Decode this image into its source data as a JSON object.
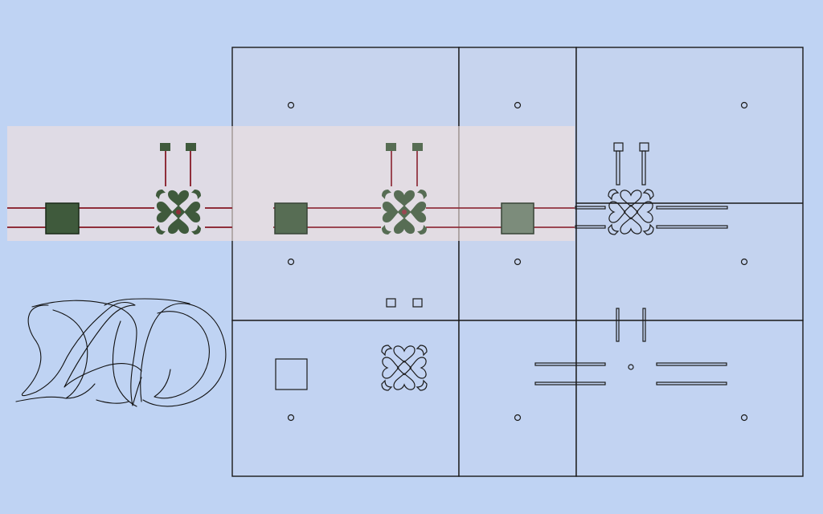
{
  "colors": {
    "background": "#bfd3f3",
    "sheet_fill": "#c3d2ee",
    "sheet_stroke": "#1a1a1a",
    "photo_strip": "#f2e1db",
    "trace_red": "#8f2e3a",
    "component_green": "#3f5a3c",
    "outline": "#1a1a1a",
    "monogram_stroke": "#111111"
  },
  "icons": {
    "monogram": "monogram-logo-icon",
    "square_pad": "square-pad-icon",
    "clover_ornament": "clover-ornament-icon",
    "mounting_hole": "mounting-hole-icon",
    "terminal_pad": "terminal-pad-icon"
  },
  "diagram": {
    "sheet_panels": 6,
    "mounting_holes": 9,
    "photo_overlay_opacity": 0.62
  }
}
